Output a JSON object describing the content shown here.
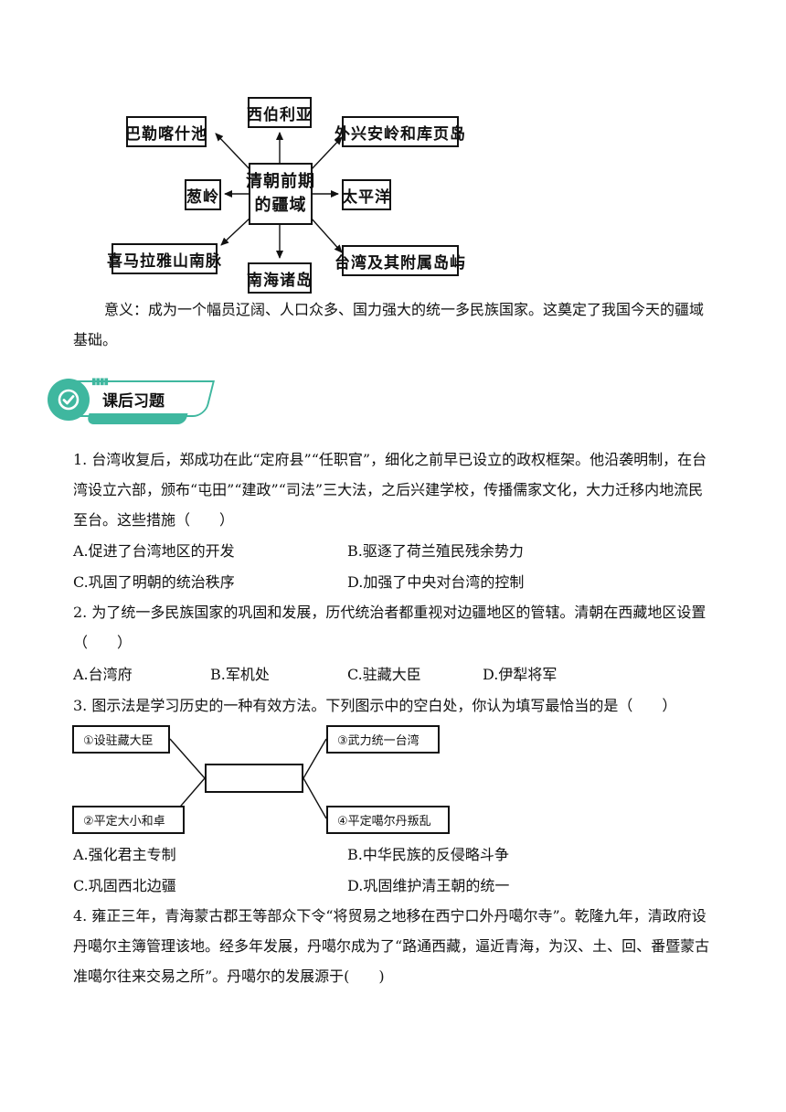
{
  "diagram1": {
    "center_line1": "清朝前期",
    "center_line2": "的疆域",
    "west": "巴勒喀什池",
    "north": "西伯利亚",
    "northeast": "外兴安岭和库页岛",
    "left": "葱岭",
    "east": "太平洋",
    "southwest": "喜马拉雅山南脉",
    "south": "南海诸岛",
    "southeast": "台湾及其附属岛屿"
  },
  "significance": "意义：成为一个幅员辽阔、人口众多、国力强大的统一多民族国家。这奠定了我国今天的疆域基础。",
  "section": {
    "title": "课后习题",
    "icon": "check-circle-icon",
    "accent_color": "#3fb79f"
  },
  "questions": [
    {
      "stem": "1. 台湾收复后，郑成功在此“定府县”“任职官”，细化之前早已设立的政权框架。他沿袭明制，在台湾设立六部，颁布“屯田”“建政”“司法”三大法，之后兴建学校，传播儒家文化，大力迁移内地流民至台。这些措施（　　）",
      "options": [
        "A.促进了台湾地区的开发",
        "B.驱逐了荷兰殖民残余势力",
        "C.巩固了明朝的统治秩序",
        "D.加强了中央对台湾的控制"
      ]
    },
    {
      "stem": "2. 为了统一多民族国家的巩固和发展，历代统治者都重视对边疆地区的管辖。清朝在西藏地区设置（　　）",
      "options": [
        "A.台湾府",
        "B.军机处",
        "C.驻藏大臣",
        "D.伊犁将军"
      ]
    },
    {
      "stem": "3. 图示法是学习历史的一种有效方法。下列图示中的空白处，你认为填写最恰当的是（　　）",
      "diagram": {
        "box1": "①设驻藏大臣",
        "box2": "②平定大小和卓",
        "box3": "③武力统一台湾",
        "box4": "④平定噶尔丹叛乱",
        "center": ""
      },
      "options": [
        "A.强化君主专制",
        "B.中华民族的反侵略斗争",
        "C.巩固西北边疆",
        "D.巩固维护清王朝的统一"
      ]
    },
    {
      "stem": "4. 雍正三年，青海蒙古郡王等部众下令“将贸易之地移在西宁口外丹噶尔寺”。乾隆九年，清政府设丹噶尔主簿管理该地。经多年发展，丹噶尔成为了“路通西藏，逼近青海，为汉、土、回、番暨蒙古准噶尔往来交易之所”。丹噶尔的发展源于(　　)"
    }
  ]
}
